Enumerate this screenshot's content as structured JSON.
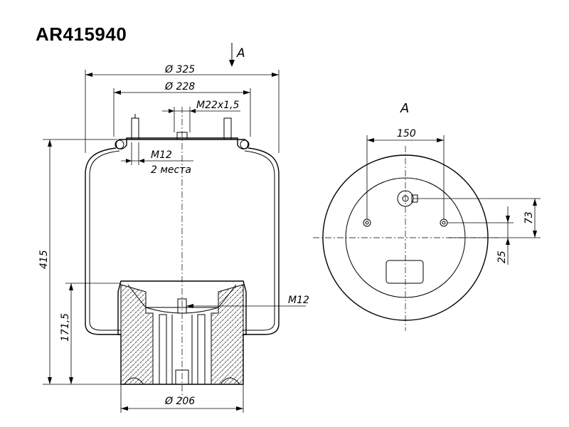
{
  "title": "AR415940",
  "view": {
    "section_marker": "A",
    "view_label": "A"
  },
  "side_view": {
    "dia_top_outer": "Ø 325",
    "dia_top_inner": "Ø 228",
    "thread_top": "M22x1,5",
    "thread_stud": "M12",
    "stud_count": "2 места",
    "thread_bottom": "M12",
    "height_total": "415",
    "height_piston": "171,5",
    "dia_bottom": "Ø 206"
  },
  "top_view": {
    "stud_spacing": "150",
    "offset_port": "73",
    "offset_stud": "25"
  },
  "colors": {
    "line": "#000000",
    "background": "#ffffff"
  }
}
